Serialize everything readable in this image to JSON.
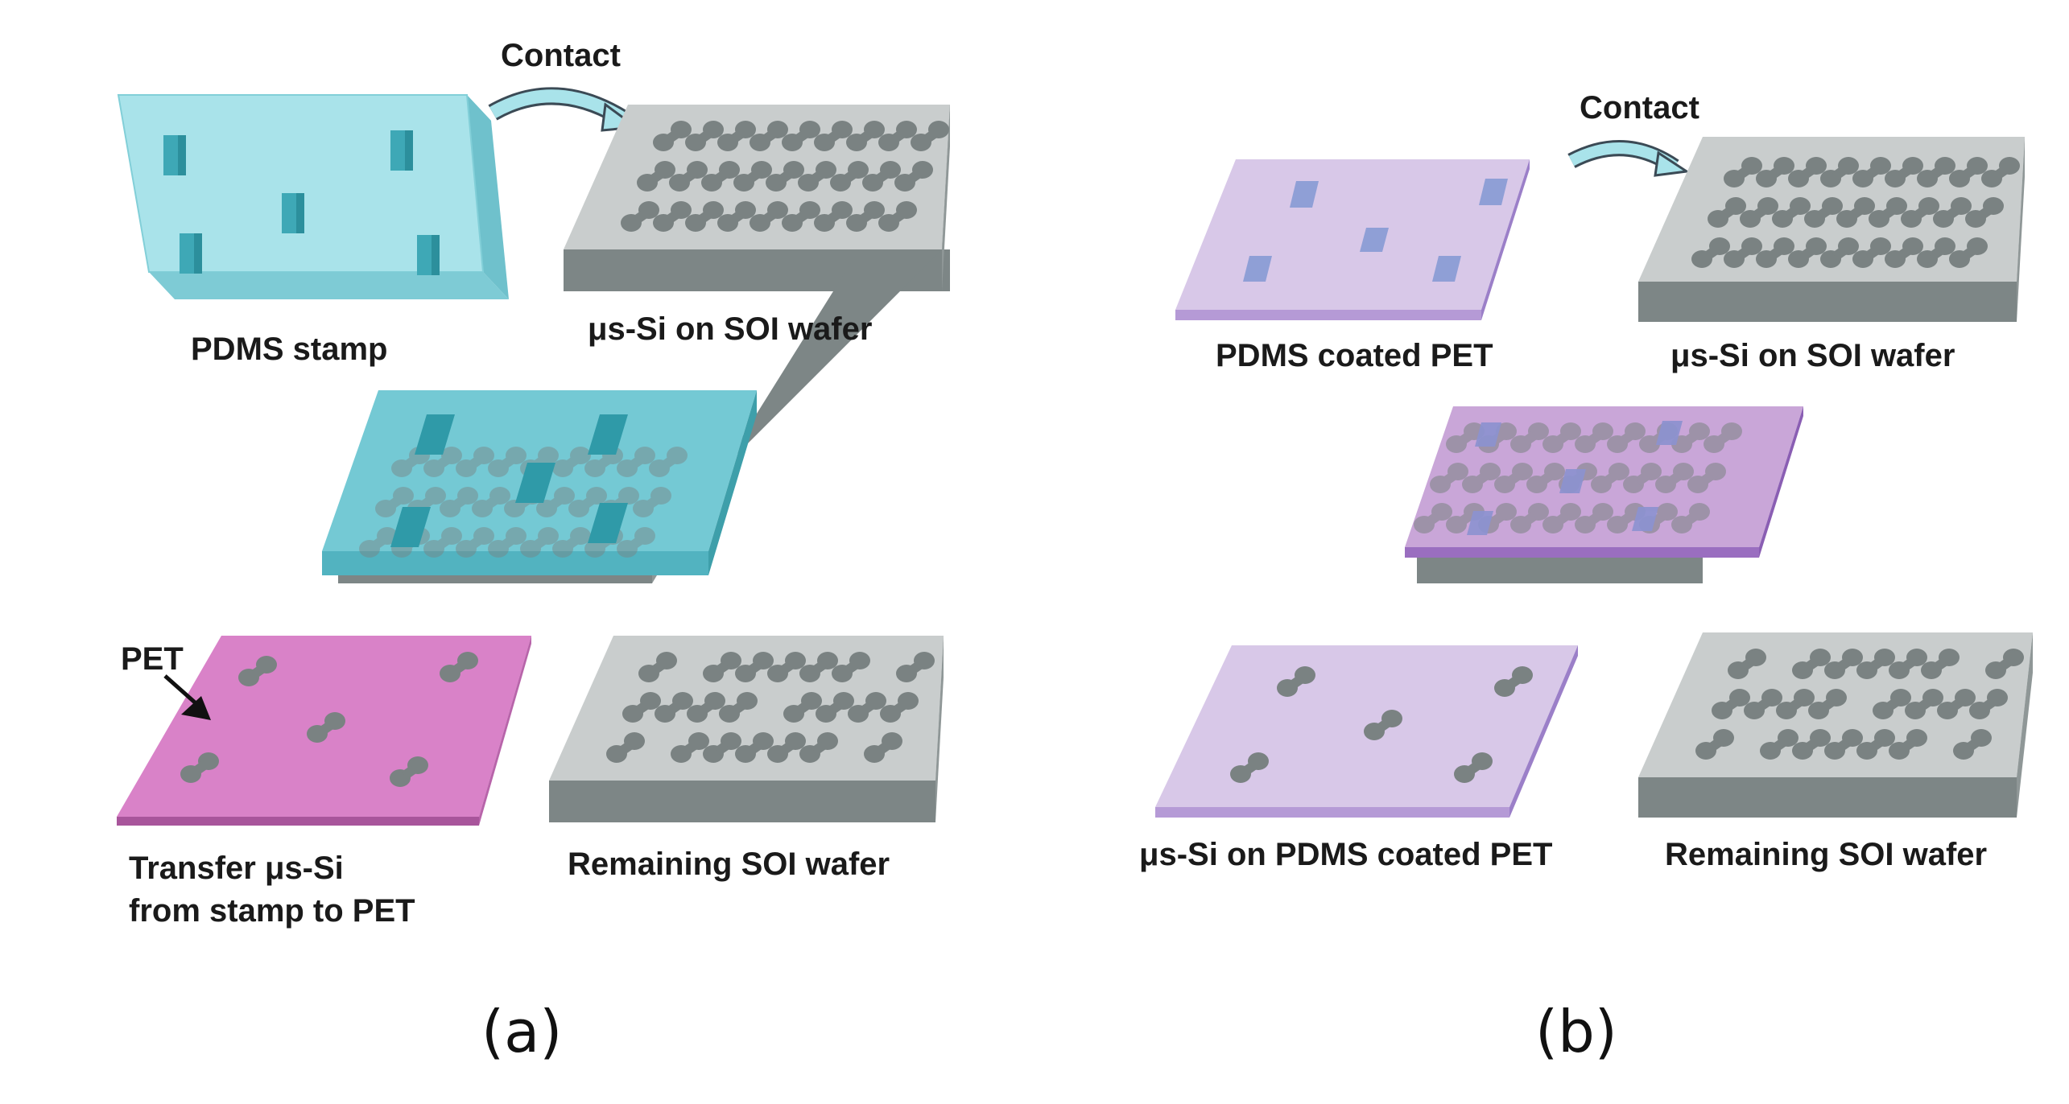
{
  "panel_a": {
    "contact_label": "Contact",
    "stamp_label": "PDMS stamp",
    "wafer_label": "μs-Si on SOI wafer",
    "pet_label": "PET",
    "transfer_label_line1": "Transfer μs-Si",
    "transfer_label_line2": "from stamp to PET",
    "remaining_label": "Remaining SOI wafer",
    "caption": "(a)"
  },
  "panel_b": {
    "contact_label": "Contact",
    "coated_label": "PDMS coated PET",
    "wafer_label": "μs-Si on SOI wafer",
    "result_label": "μs-Si on PDMS coated PET",
    "remaining_label": "Remaining SOI wafer",
    "caption": "(b)"
  },
  "colors": {
    "pdms_stamp": "#a9e3ea",
    "pet_magenta": "#d982c8",
    "pet_lavender": "#d8c8e8",
    "wafer_gray": "#c9cdcd",
    "dot_gray": "#7b8383"
  }
}
